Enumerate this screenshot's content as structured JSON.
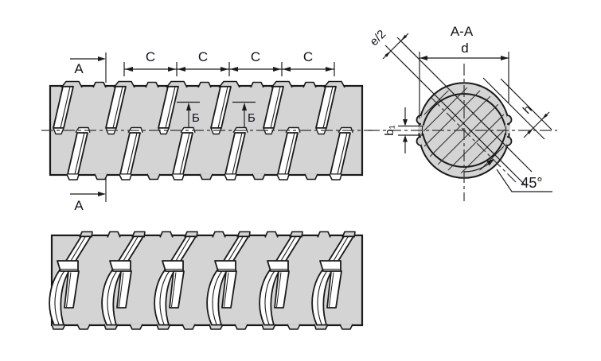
{
  "section_marks": [
    "A",
    "A"
  ],
  "pitch_labels": [
    "C",
    "C",
    "C",
    "C"
  ],
  "rib_labels": [
    "Б",
    "Б"
  ],
  "section": {
    "title": "A-A",
    "diameter_label": "d",
    "rib_offset_label": "e/2",
    "rib_height_label": "h",
    "gap_label": "b₁",
    "angle_label": "45°"
  },
  "colors": {
    "steel_fill": "#d4d4d4",
    "outline": "#1a1a1a",
    "text": "#12121c",
    "background": "#ffffff"
  }
}
